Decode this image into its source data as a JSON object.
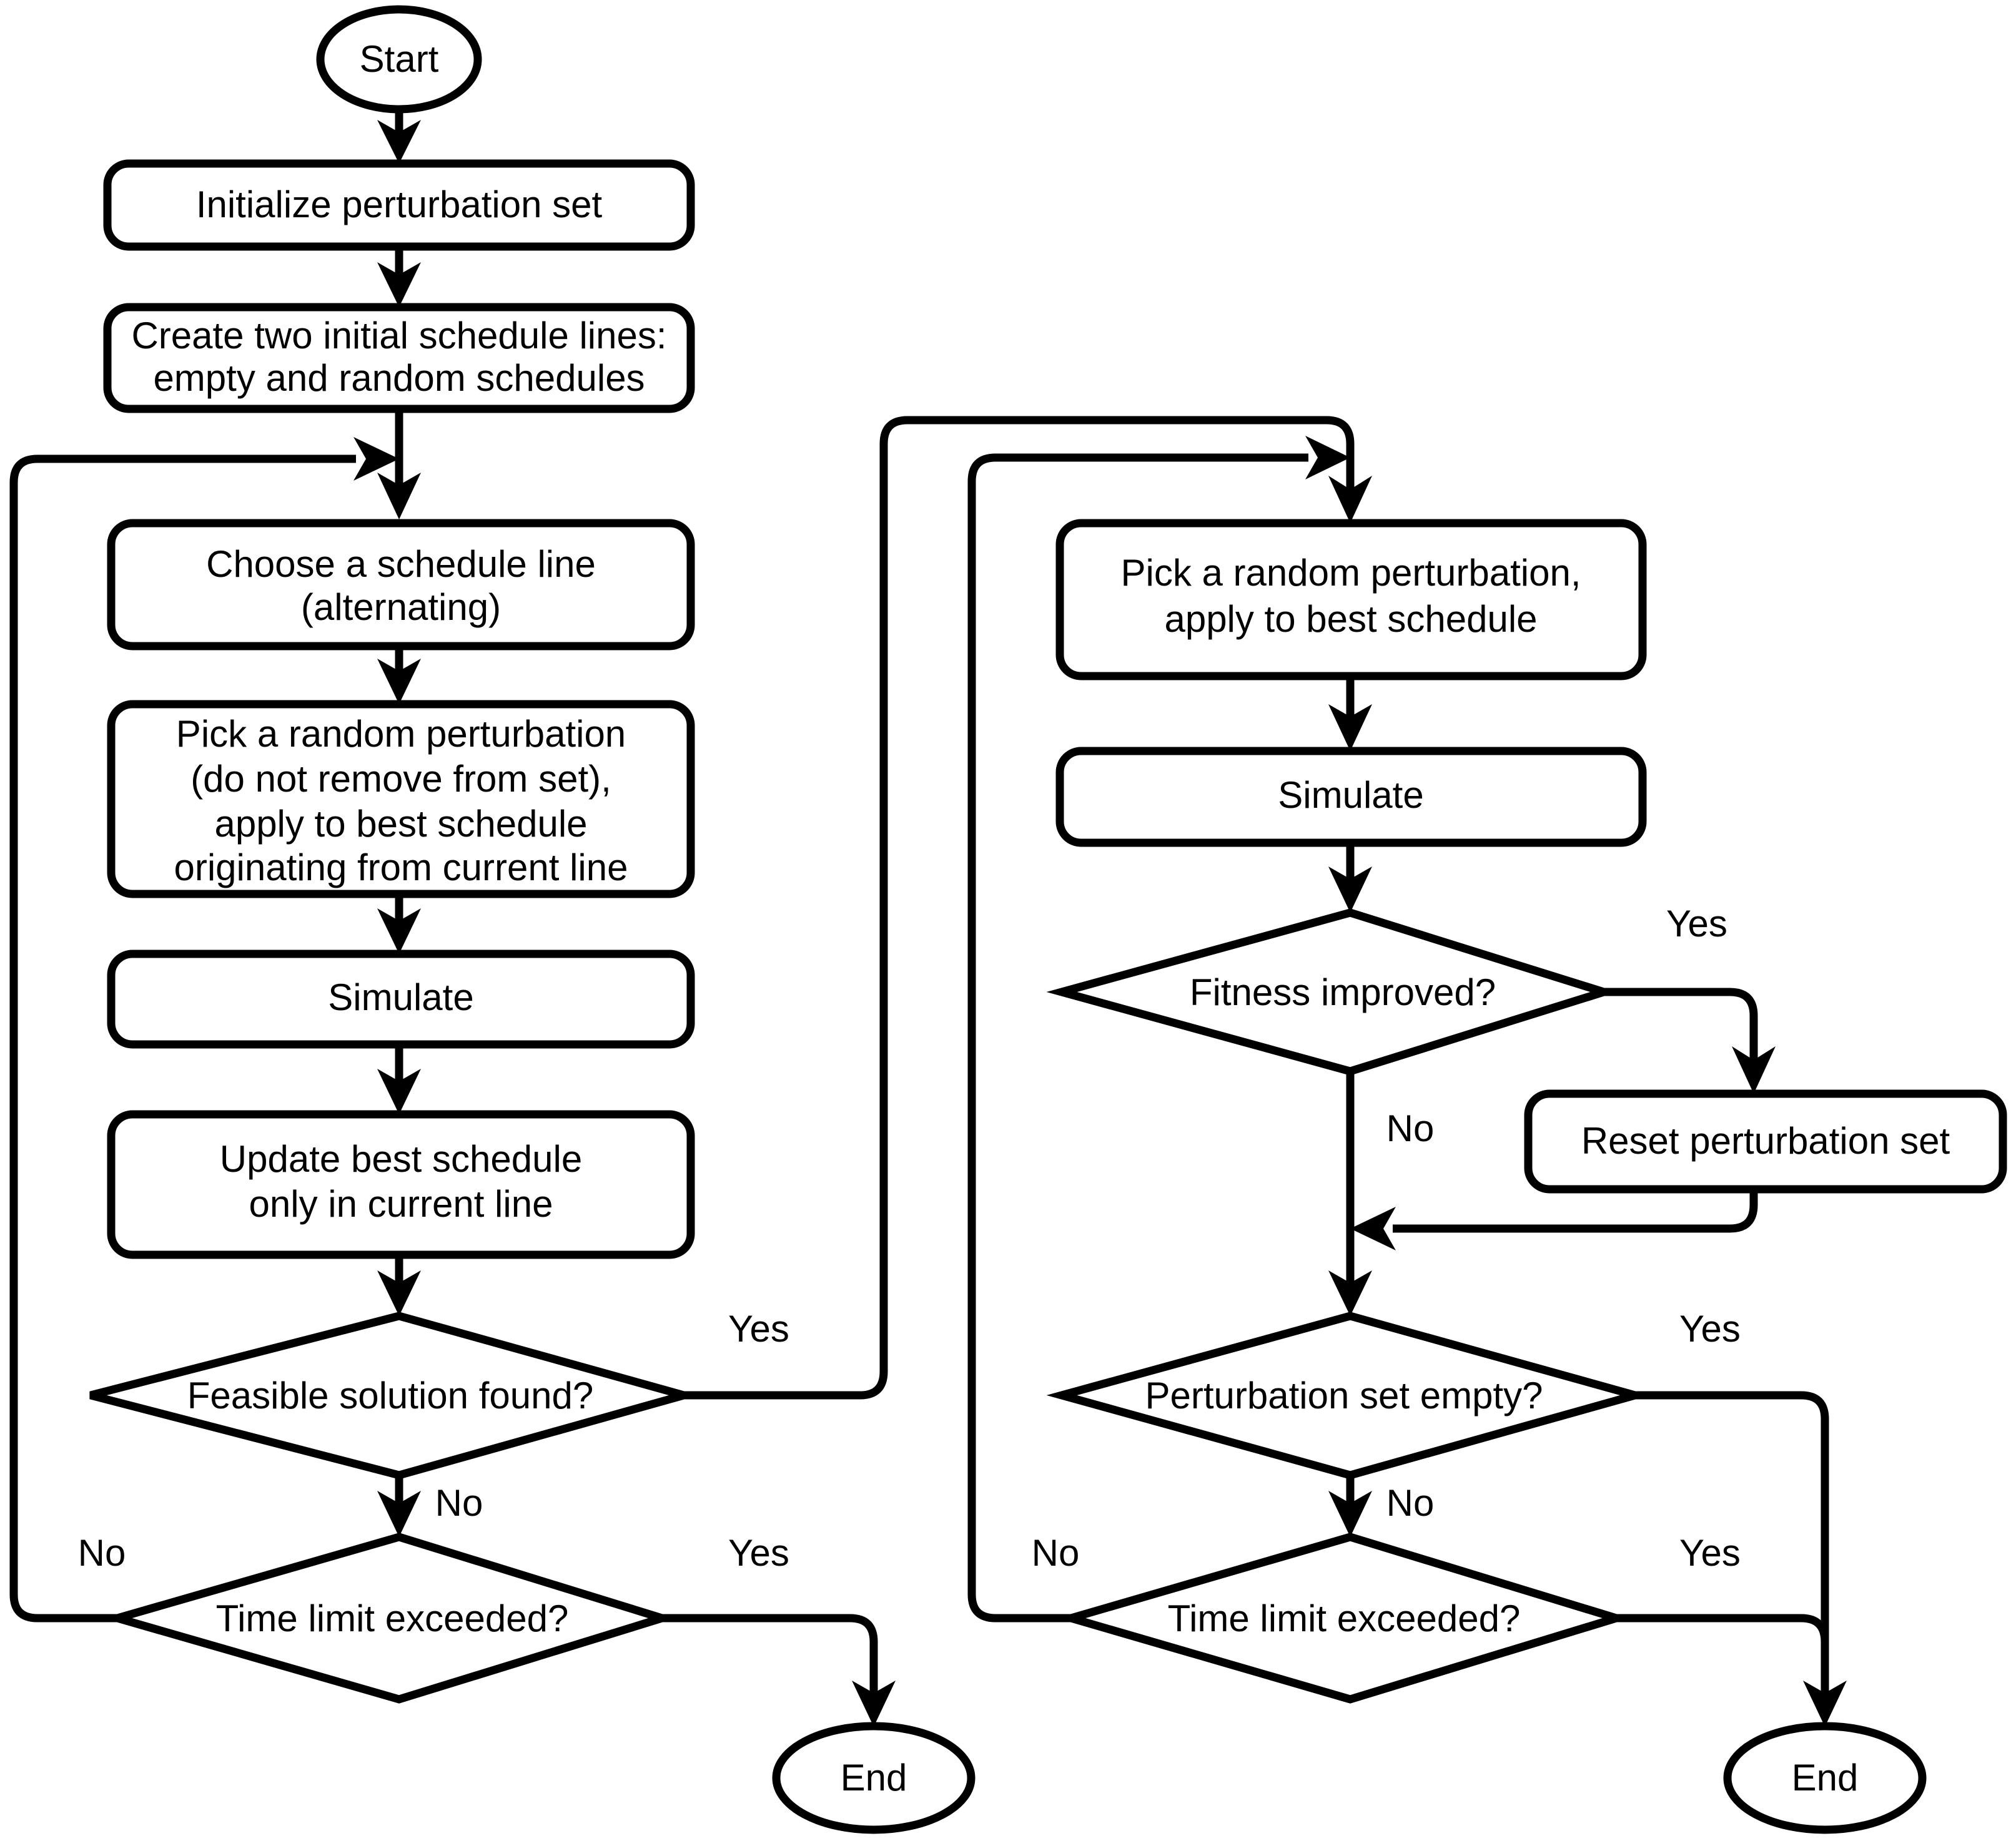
{
  "diagram": {
    "title": "Two-phase perturbation search algorithm flowchart",
    "type": "flowchart",
    "orientation": "two-column",
    "colors": {
      "background": "#ffffff",
      "stroke": "#000000",
      "fill": "#ffffff",
      "text": "#000000"
    }
  },
  "nodes": {
    "start": {
      "label": "Start",
      "shape": "terminator-ellipse"
    },
    "init_perturbation": {
      "label": "Initialize perturbation set",
      "shape": "process-rounded"
    },
    "create_lines": {
      "label_line1": "Create two initial schedule lines:",
      "label_line2": "empty and random schedules",
      "shape": "process-rounded"
    },
    "choose_line": {
      "label_line1": "Choose a schedule line",
      "label_line2": "(alternating)",
      "shape": "process-rounded"
    },
    "pick_perturbation_left": {
      "label_line1": "Pick a random perturbation",
      "label_line2": "(do not remove from set),",
      "label_line3": "apply to best schedule",
      "label_line4": "originating from current line",
      "shape": "process-rounded"
    },
    "simulate_left": {
      "label": "Simulate",
      "shape": "process-rounded"
    },
    "update_best": {
      "label_line1": "Update best schedule",
      "label_line2": "only in current line",
      "shape": "process-rounded"
    },
    "feasible_found": {
      "label": "Feasible solution found?",
      "shape": "decision-diamond"
    },
    "time_limit_left": {
      "label": "Time limit exceeded?",
      "shape": "decision-diamond"
    },
    "end_left": {
      "label": "End",
      "shape": "terminator-ellipse"
    },
    "pick_perturbation_right": {
      "label_line1": "Pick a random perturbation,",
      "label_line2": "apply to best schedule",
      "shape": "process-rounded"
    },
    "simulate_right": {
      "label": "Simulate",
      "shape": "process-rounded"
    },
    "fitness_improved": {
      "label": "Fitness improved?",
      "shape": "decision-diamond"
    },
    "reset_perturbation": {
      "label": "Reset perturbation set",
      "shape": "process-rounded"
    },
    "perturbation_empty": {
      "label": "Perturbation set empty?",
      "shape": "decision-diamond"
    },
    "time_limit_right": {
      "label": "Time limit exceeded?",
      "shape": "decision-diamond"
    },
    "end_right": {
      "label": "End",
      "shape": "terminator-ellipse"
    }
  },
  "edge_labels": {
    "feasible_yes": "Yes",
    "feasible_no": "No",
    "time_limit_left_no": "No",
    "time_limit_left_yes": "Yes",
    "fitness_yes": "Yes",
    "fitness_no": "No",
    "perturbation_empty_yes": "Yes",
    "perturbation_empty_no": "No",
    "time_limit_right_no": "No",
    "time_limit_right_yes": "Yes"
  },
  "flow": [
    {
      "from": "start",
      "to": "init_perturbation",
      "label": ""
    },
    {
      "from": "init_perturbation",
      "to": "create_lines",
      "label": ""
    },
    {
      "from": "create_lines",
      "to": "choose_line",
      "label": ""
    },
    {
      "from": "choose_line",
      "to": "pick_perturbation_left",
      "label": ""
    },
    {
      "from": "pick_perturbation_left",
      "to": "simulate_left",
      "label": ""
    },
    {
      "from": "simulate_left",
      "to": "update_best",
      "label": ""
    },
    {
      "from": "update_best",
      "to": "feasible_found",
      "label": ""
    },
    {
      "from": "feasible_found",
      "to": "pick_perturbation_right",
      "label": "Yes"
    },
    {
      "from": "feasible_found",
      "to": "time_limit_left",
      "label": "No"
    },
    {
      "from": "time_limit_left",
      "to": "choose_line",
      "label": "No"
    },
    {
      "from": "time_limit_left",
      "to": "end_left",
      "label": "Yes"
    },
    {
      "from": "pick_perturbation_right",
      "to": "simulate_right",
      "label": ""
    },
    {
      "from": "simulate_right",
      "to": "fitness_improved",
      "label": ""
    },
    {
      "from": "fitness_improved",
      "to": "reset_perturbation",
      "label": "Yes"
    },
    {
      "from": "fitness_improved",
      "to": "perturbation_empty",
      "label": "No"
    },
    {
      "from": "reset_perturbation",
      "to": "perturbation_empty",
      "label": ""
    },
    {
      "from": "perturbation_empty",
      "to": "end_right",
      "label": "Yes"
    },
    {
      "from": "perturbation_empty",
      "to": "time_limit_right",
      "label": "No"
    },
    {
      "from": "time_limit_right",
      "to": "pick_perturbation_right",
      "label": "No"
    },
    {
      "from": "time_limit_right",
      "to": "end_right",
      "label": "Yes"
    }
  ]
}
